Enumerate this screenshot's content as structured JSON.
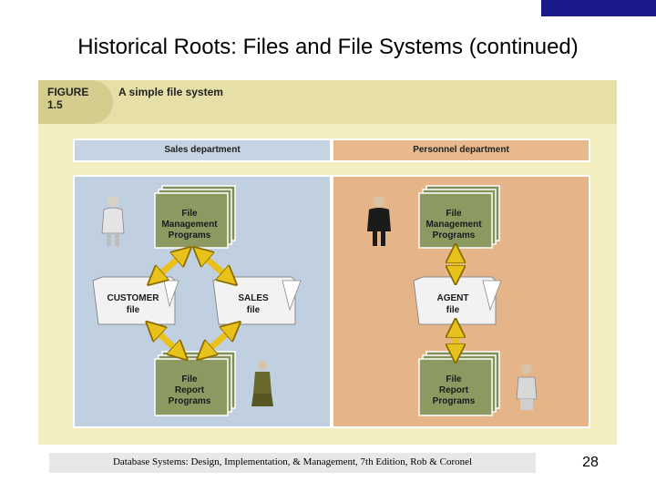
{
  "slide": {
    "title": "Historical Roots: Files and File Systems (continued)",
    "footer": "Database Systems: Design, Implementation, & Management, 7th Edition, Rob & Coronel",
    "page_number": "28"
  },
  "figure": {
    "label": "FIGURE\n1.5",
    "caption": "A simple file system",
    "departments": {
      "sales": "Sales department",
      "personnel": "Personnel department"
    },
    "nodes": {
      "sales_fmp": "File Management Programs",
      "sales_customer": "CUSTOMER file",
      "sales_sales": "SALES file",
      "sales_frp": "File Report Programs",
      "pers_fmp": "File Management Programs",
      "pers_agent": "AGENT file",
      "pers_frp": "File Report Programs"
    }
  },
  "colors": {
    "program_box": "#8c9a62",
    "file_folder": "#f2f2f2",
    "arrow": "#e8c21a"
  }
}
